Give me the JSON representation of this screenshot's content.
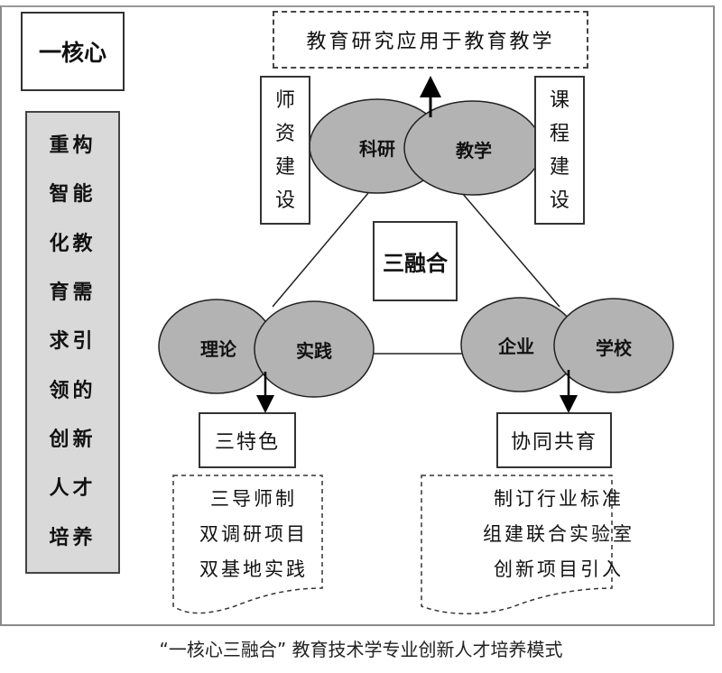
{
  "core": {
    "label": "一核心"
  },
  "need": {
    "lines": [
      "重构",
      "智能",
      "化教",
      "育需",
      "求引",
      "领的",
      "创新",
      "人才",
      "培养"
    ]
  },
  "top_goal": {
    "label": "教育研究应用于教育教学"
  },
  "side_boxes": {
    "teacher": {
      "chars": [
        "师",
        "资",
        "建",
        "设"
      ]
    },
    "course": {
      "chars": [
        "课",
        "程",
        "建",
        "设"
      ]
    }
  },
  "fusion": {
    "label": "三融合"
  },
  "ellipses": {
    "research": "科研",
    "teaching": "教学",
    "theory": "理论",
    "practice": "实践",
    "enterprise": "企业",
    "school": "学校"
  },
  "outcomes": {
    "feature": {
      "label": "三特色",
      "items": [
        "三导师制",
        "双调研项目",
        "双基地实践"
      ]
    },
    "collab": {
      "label": "协同共育",
      "items": [
        "制订行业标准",
        "组建联合实验室",
        "创新项目引入"
      ]
    }
  },
  "colors": {
    "ellipse_fill": "#b3b3b3",
    "need_fill": "#d9d9d9",
    "stroke": "#222222"
  },
  "caption": "“一核心三融合” 教育技术学专业创新人才培养模式"
}
